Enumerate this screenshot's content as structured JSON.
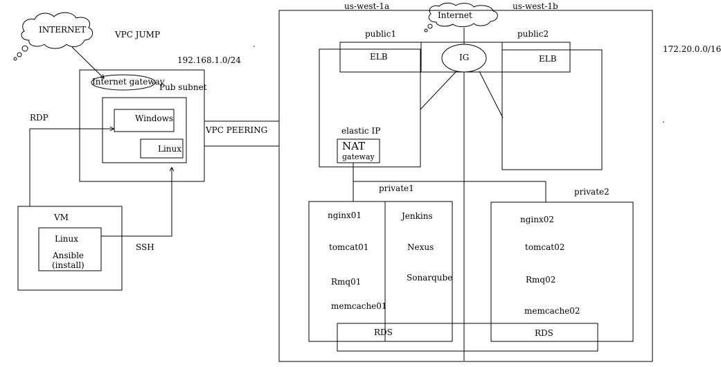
{
  "left": {
    "internet": "INTERNET",
    "vpc_jump": "VPC JUMP",
    "cidr": "192.168.1.0/24",
    "internet_gateway": "Internet gateway",
    "pub_subnet": "Pub subnet",
    "windows": "Windows",
    "linux": "Linux",
    "rdp": "RDP",
    "ssh": "SSH",
    "vm": "VM",
    "vm_linux": "Linux",
    "ansible": "Ansible",
    "ansible_install": "(install)"
  },
  "peering": "VPC  PEERING",
  "right": {
    "az_a": "us-west-1a",
    "az_b": "us-west-1b",
    "internet": "Internet",
    "cidr": "172.20.0.0/16",
    "public1": "public1",
    "public2": "public2",
    "elb1": "ELB",
    "elb2": "ELB",
    "ig": "IG",
    "elastic_ip": "elastic IP",
    "nat": "NAT",
    "nat_sub": "gateway",
    "private1": "private1",
    "private2": "private2",
    "private1_left": [
      "nginx01",
      "tomcat01",
      "Rmq01",
      "memcache01"
    ],
    "private1_right": [
      "Jenkins",
      "Nexus",
      "Sonarqube"
    ],
    "private2_items": [
      "nginx02",
      "tomcat02",
      "Rmq02",
      "memcache02"
    ],
    "rds1": "RDS",
    "rds2": "RDS"
  }
}
